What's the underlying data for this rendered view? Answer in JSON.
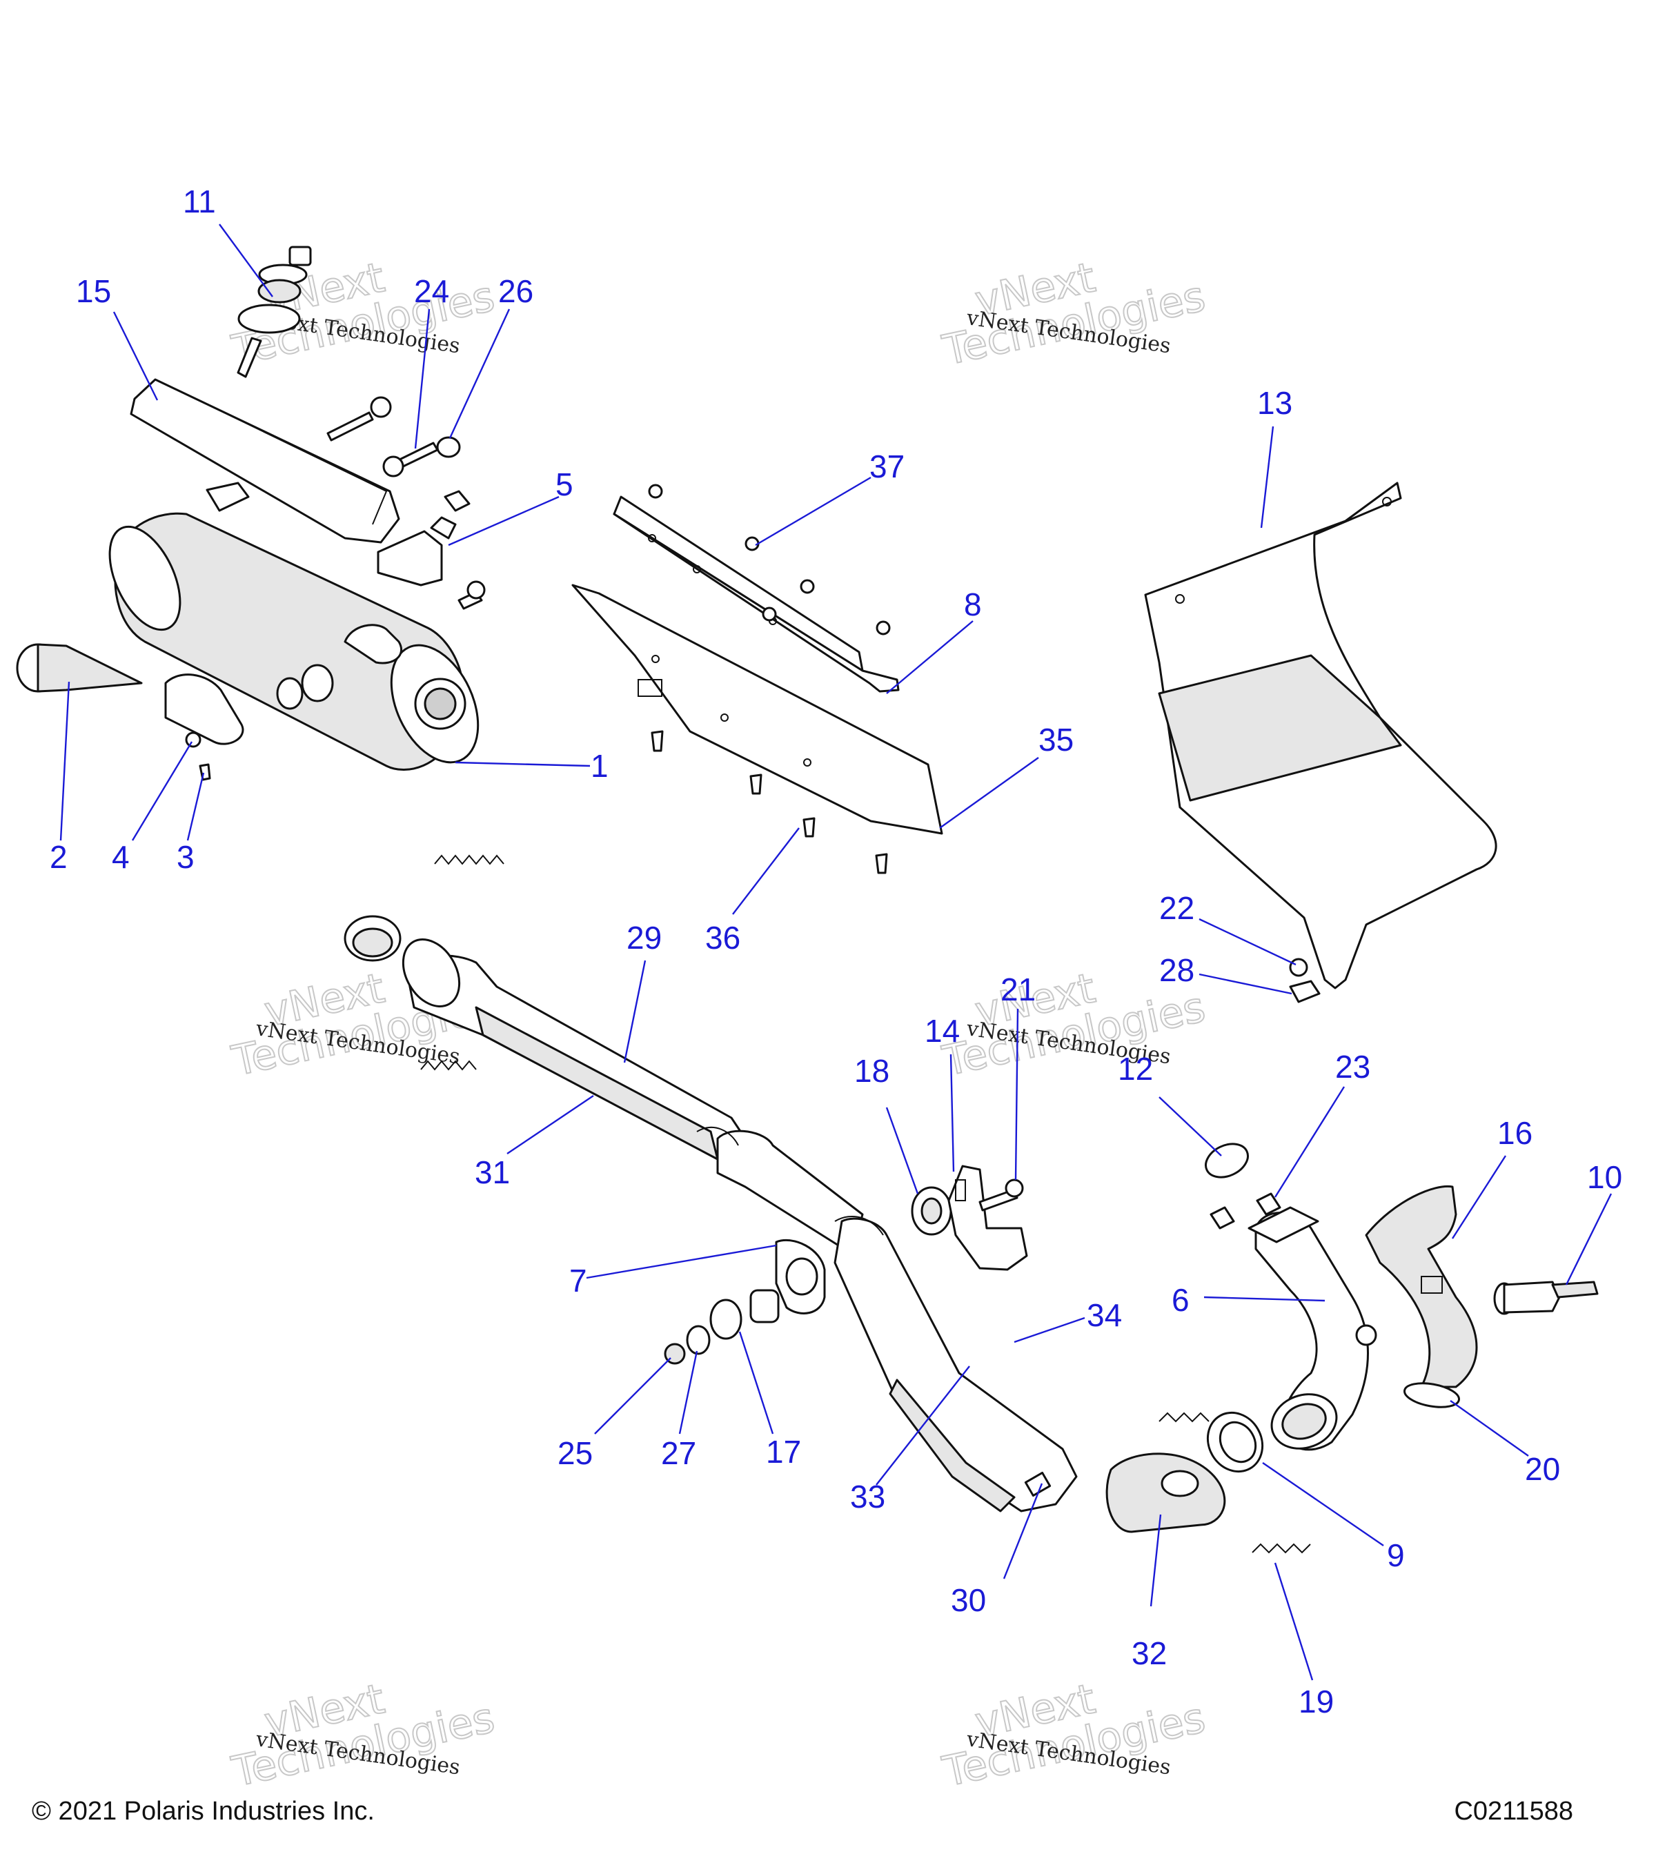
{
  "watermark": {
    "line1": "vNext",
    "line2": "Technologies",
    "small": "vNext Technologies"
  },
  "footer": {
    "copyright": "© 2021 Polaris Industries Inc.",
    "figure_code": "C0211588"
  },
  "callouts": {
    "c1": "1",
    "c2": "2",
    "c3": "3",
    "c4": "4",
    "c5": "5",
    "c6": "6",
    "c7": "7",
    "c8": "8",
    "c9": "9",
    "c10": "10",
    "c11": "11",
    "c12": "12",
    "c13": "13",
    "c14": "14",
    "c15": "15",
    "c16": "16",
    "c17": "17",
    "c18": "18",
    "c19": "19",
    "c20": "20",
    "c21": "21",
    "c22": "22",
    "c23": "23",
    "c24": "24",
    "c25": "25",
    "c26": "26",
    "c27": "27",
    "c28": "28",
    "c29": "29",
    "c30": "30",
    "c31": "31",
    "c32": "32",
    "c33": "33",
    "c34": "34",
    "c35": "35",
    "c36": "36",
    "c37": "37"
  }
}
